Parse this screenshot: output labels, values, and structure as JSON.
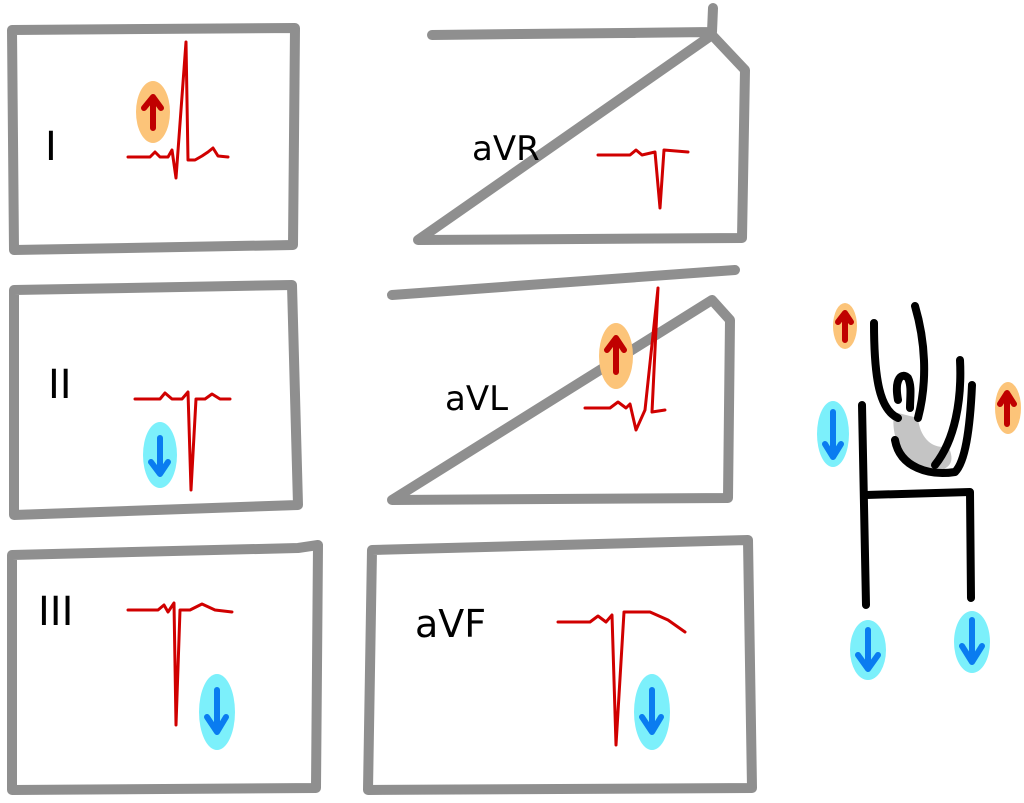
{
  "leads": [
    {
      "label": "I",
      "deflection": "up"
    },
    {
      "label": "aVR",
      "deflection": "down"
    },
    {
      "label": "II",
      "deflection": "down"
    },
    {
      "label": "aVL",
      "deflection": "up"
    },
    {
      "label": "III",
      "deflection": "down"
    },
    {
      "label": "aVF",
      "deflection": "down"
    }
  ],
  "colors": {
    "frame": "#8f8f8f",
    "trace": "#d00000",
    "up_highlight": "#fcc479",
    "up_arrow": "#c00000",
    "down_highlight": "#7cf0fb",
    "down_arrow": "#0a7cf0",
    "body_figure": "#000000",
    "body_shading": "#c4c4c4"
  },
  "icons": {
    "up": "arrow-up-icon",
    "down": "arrow-down-icon"
  }
}
